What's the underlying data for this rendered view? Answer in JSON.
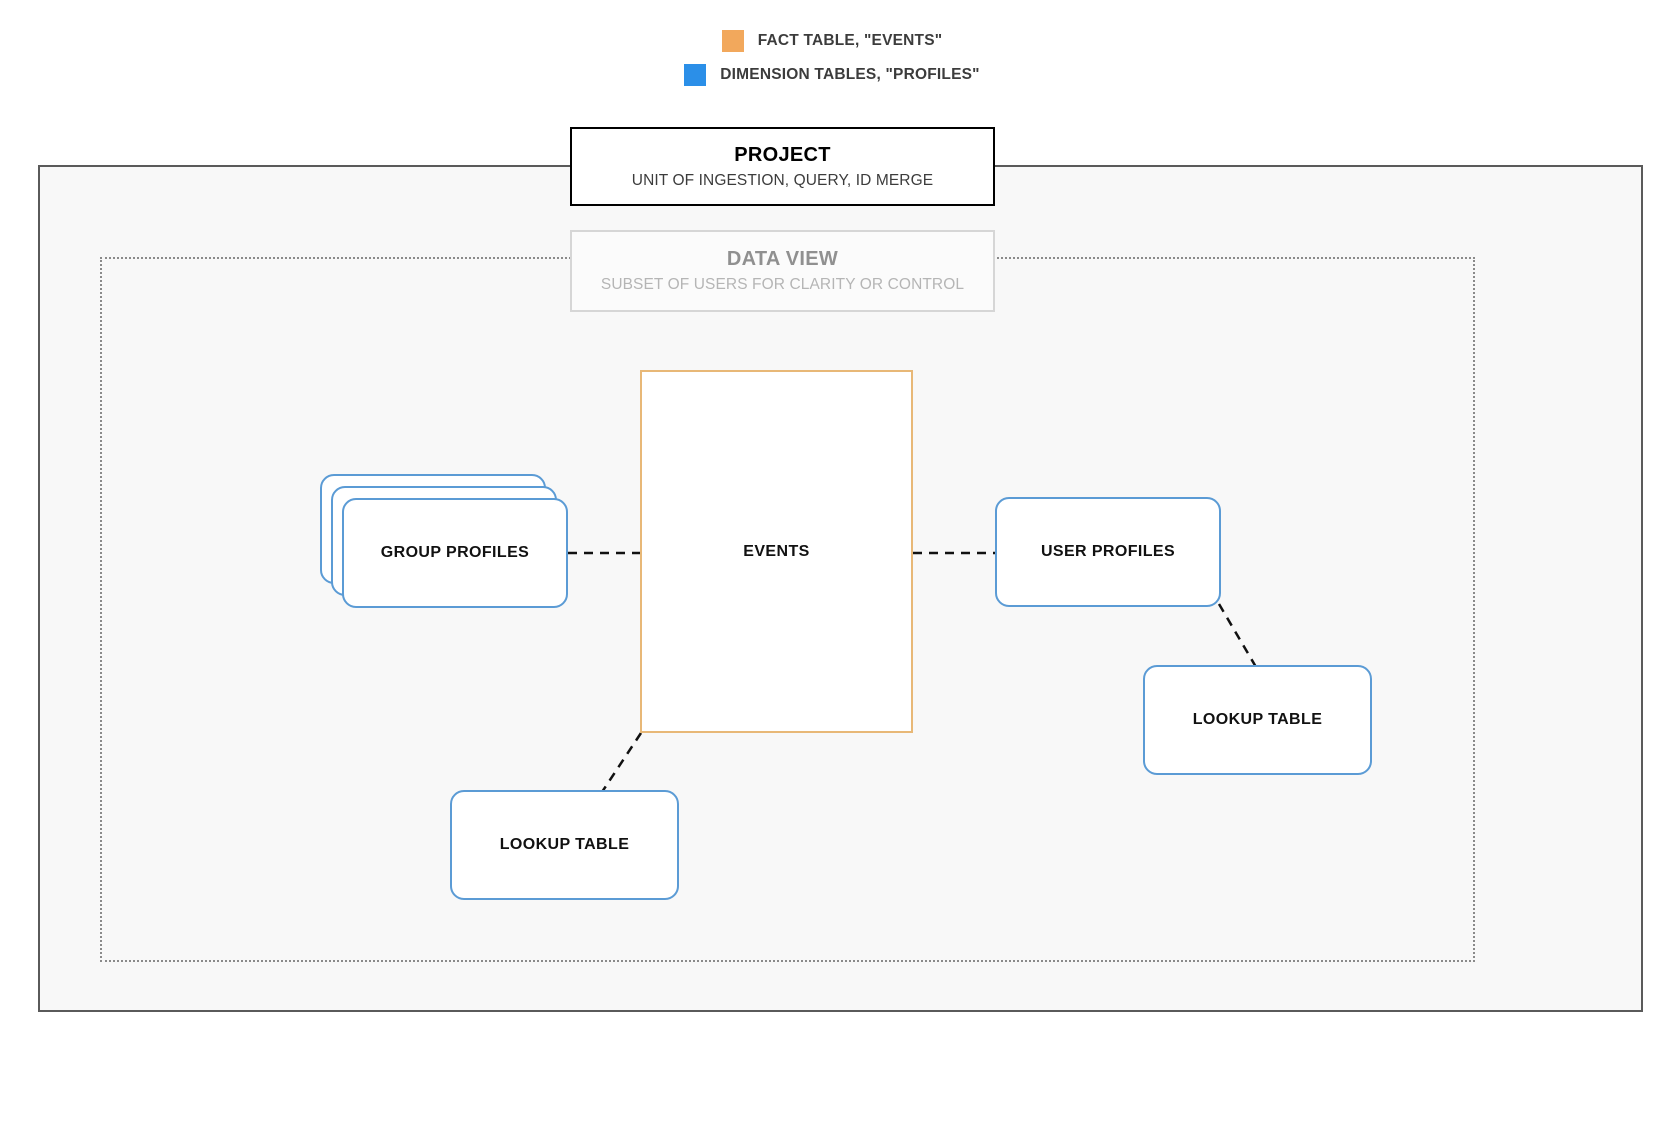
{
  "legend": {
    "items": [
      {
        "label": "FACT TABLE, \"EVENTS\"",
        "color": "#f2a85c",
        "icon": "orange-square-swatch"
      },
      {
        "label": "DIMENSION TABLES, \"PROFILES\"",
        "color": "#2b8fe8",
        "icon": "blue-square-swatch"
      }
    ]
  },
  "project": {
    "title": "PROJECT",
    "subtitle": "UNIT OF INGESTION, QUERY, ID MERGE"
  },
  "data_view": {
    "title": "DATA VIEW",
    "subtitle": "SUBSET OF USERS FOR CLARITY OR CONTROL"
  },
  "nodes": {
    "events": "EVENTS",
    "group_profiles": "GROUP PROFILES",
    "user_profiles": "USER PROFILES",
    "lookup_left": "LOOKUP TABLE",
    "lookup_right": "LOOKUP TABLE"
  },
  "colors": {
    "fact_table": "#e8b877",
    "dimension_table": "#5b9bd5",
    "project_border": "#000000",
    "data_view_border": "#d6d6d6",
    "container_border": "#5a5a5a",
    "container_fill": "#f8f8f8",
    "connector": "#111111"
  }
}
